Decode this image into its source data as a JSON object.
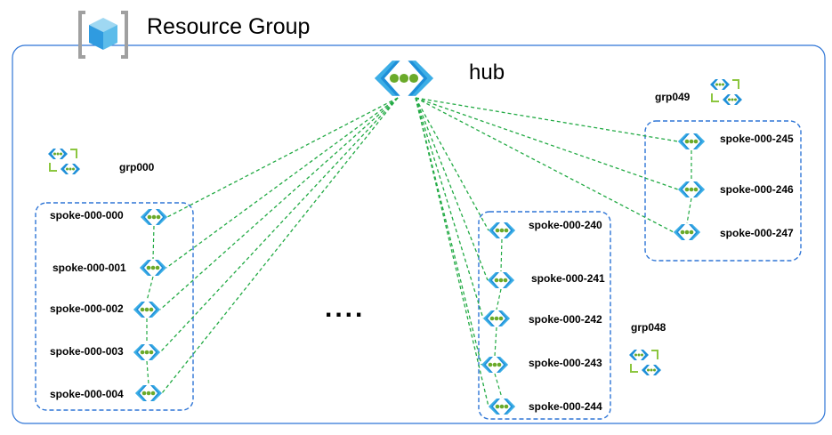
{
  "title": "Resource Group",
  "hub": {
    "label": "hub"
  },
  "ellipsis": "....",
  "groups": [
    {
      "id": "g000",
      "label": "grp000"
    },
    {
      "id": "g048",
      "label": "grp048"
    },
    {
      "id": "g049",
      "label": "grp049"
    }
  ],
  "spokes": [
    {
      "label": "spoke-000-000",
      "group": "grp000"
    },
    {
      "label": "spoke-000-001",
      "group": "grp000"
    },
    {
      "label": "spoke-000-002",
      "group": "grp000"
    },
    {
      "label": "spoke-000-003",
      "group": "grp000"
    },
    {
      "label": "spoke-000-004",
      "group": "grp000"
    },
    {
      "label": "spoke-000-240",
      "group": "grp048"
    },
    {
      "label": "spoke-000-241",
      "group": "grp048"
    },
    {
      "label": "spoke-000-242",
      "group": "grp048"
    },
    {
      "label": "spoke-000-243",
      "group": "grp048"
    },
    {
      "label": "spoke-000-244",
      "group": "grp048"
    },
    {
      "label": "spoke-000-245",
      "group": "grp049"
    },
    {
      "label": "spoke-000-246",
      "group": "grp049"
    },
    {
      "label": "spoke-000-247",
      "group": "grp049"
    }
  ],
  "colors": {
    "resource_group_border": "#2e75d6",
    "group_border": "#2e75d6",
    "peering_line": "#22aa44",
    "vnet_chevron": "#1e8fd8",
    "vnet_chevron_light": "#50c3f0",
    "vnet_dot": "#6aaa2a",
    "group_bracket": "#8cc63f"
  }
}
